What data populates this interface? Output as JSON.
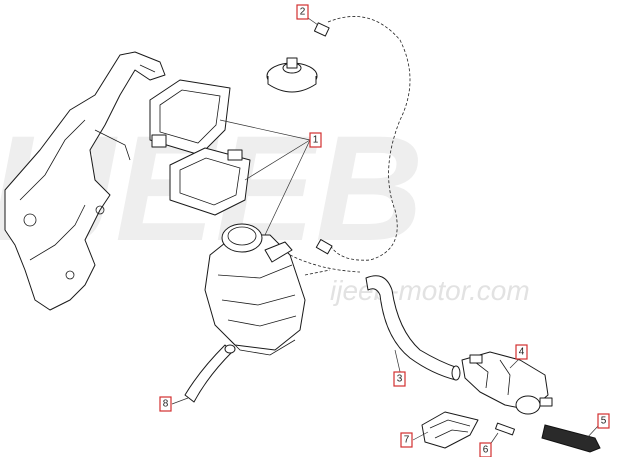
{
  "watermark": {
    "logo_text": "IJEEB",
    "site_text": "ijeeb-motor.com"
  },
  "callouts": [
    {
      "id": "1",
      "label": "1"
    },
    {
      "id": "2",
      "label": "2"
    },
    {
      "id": "3",
      "label": "3"
    },
    {
      "id": "4",
      "label": "4"
    },
    {
      "id": "5",
      "label": "5"
    },
    {
      "id": "6",
      "label": "6"
    },
    {
      "id": "7",
      "label": "7"
    },
    {
      "id": "8",
      "label": "8"
    }
  ],
  "colors": {
    "callout_border": "#d32f2f",
    "line": "#1a1a1a",
    "watermark": "#eeeeee"
  }
}
